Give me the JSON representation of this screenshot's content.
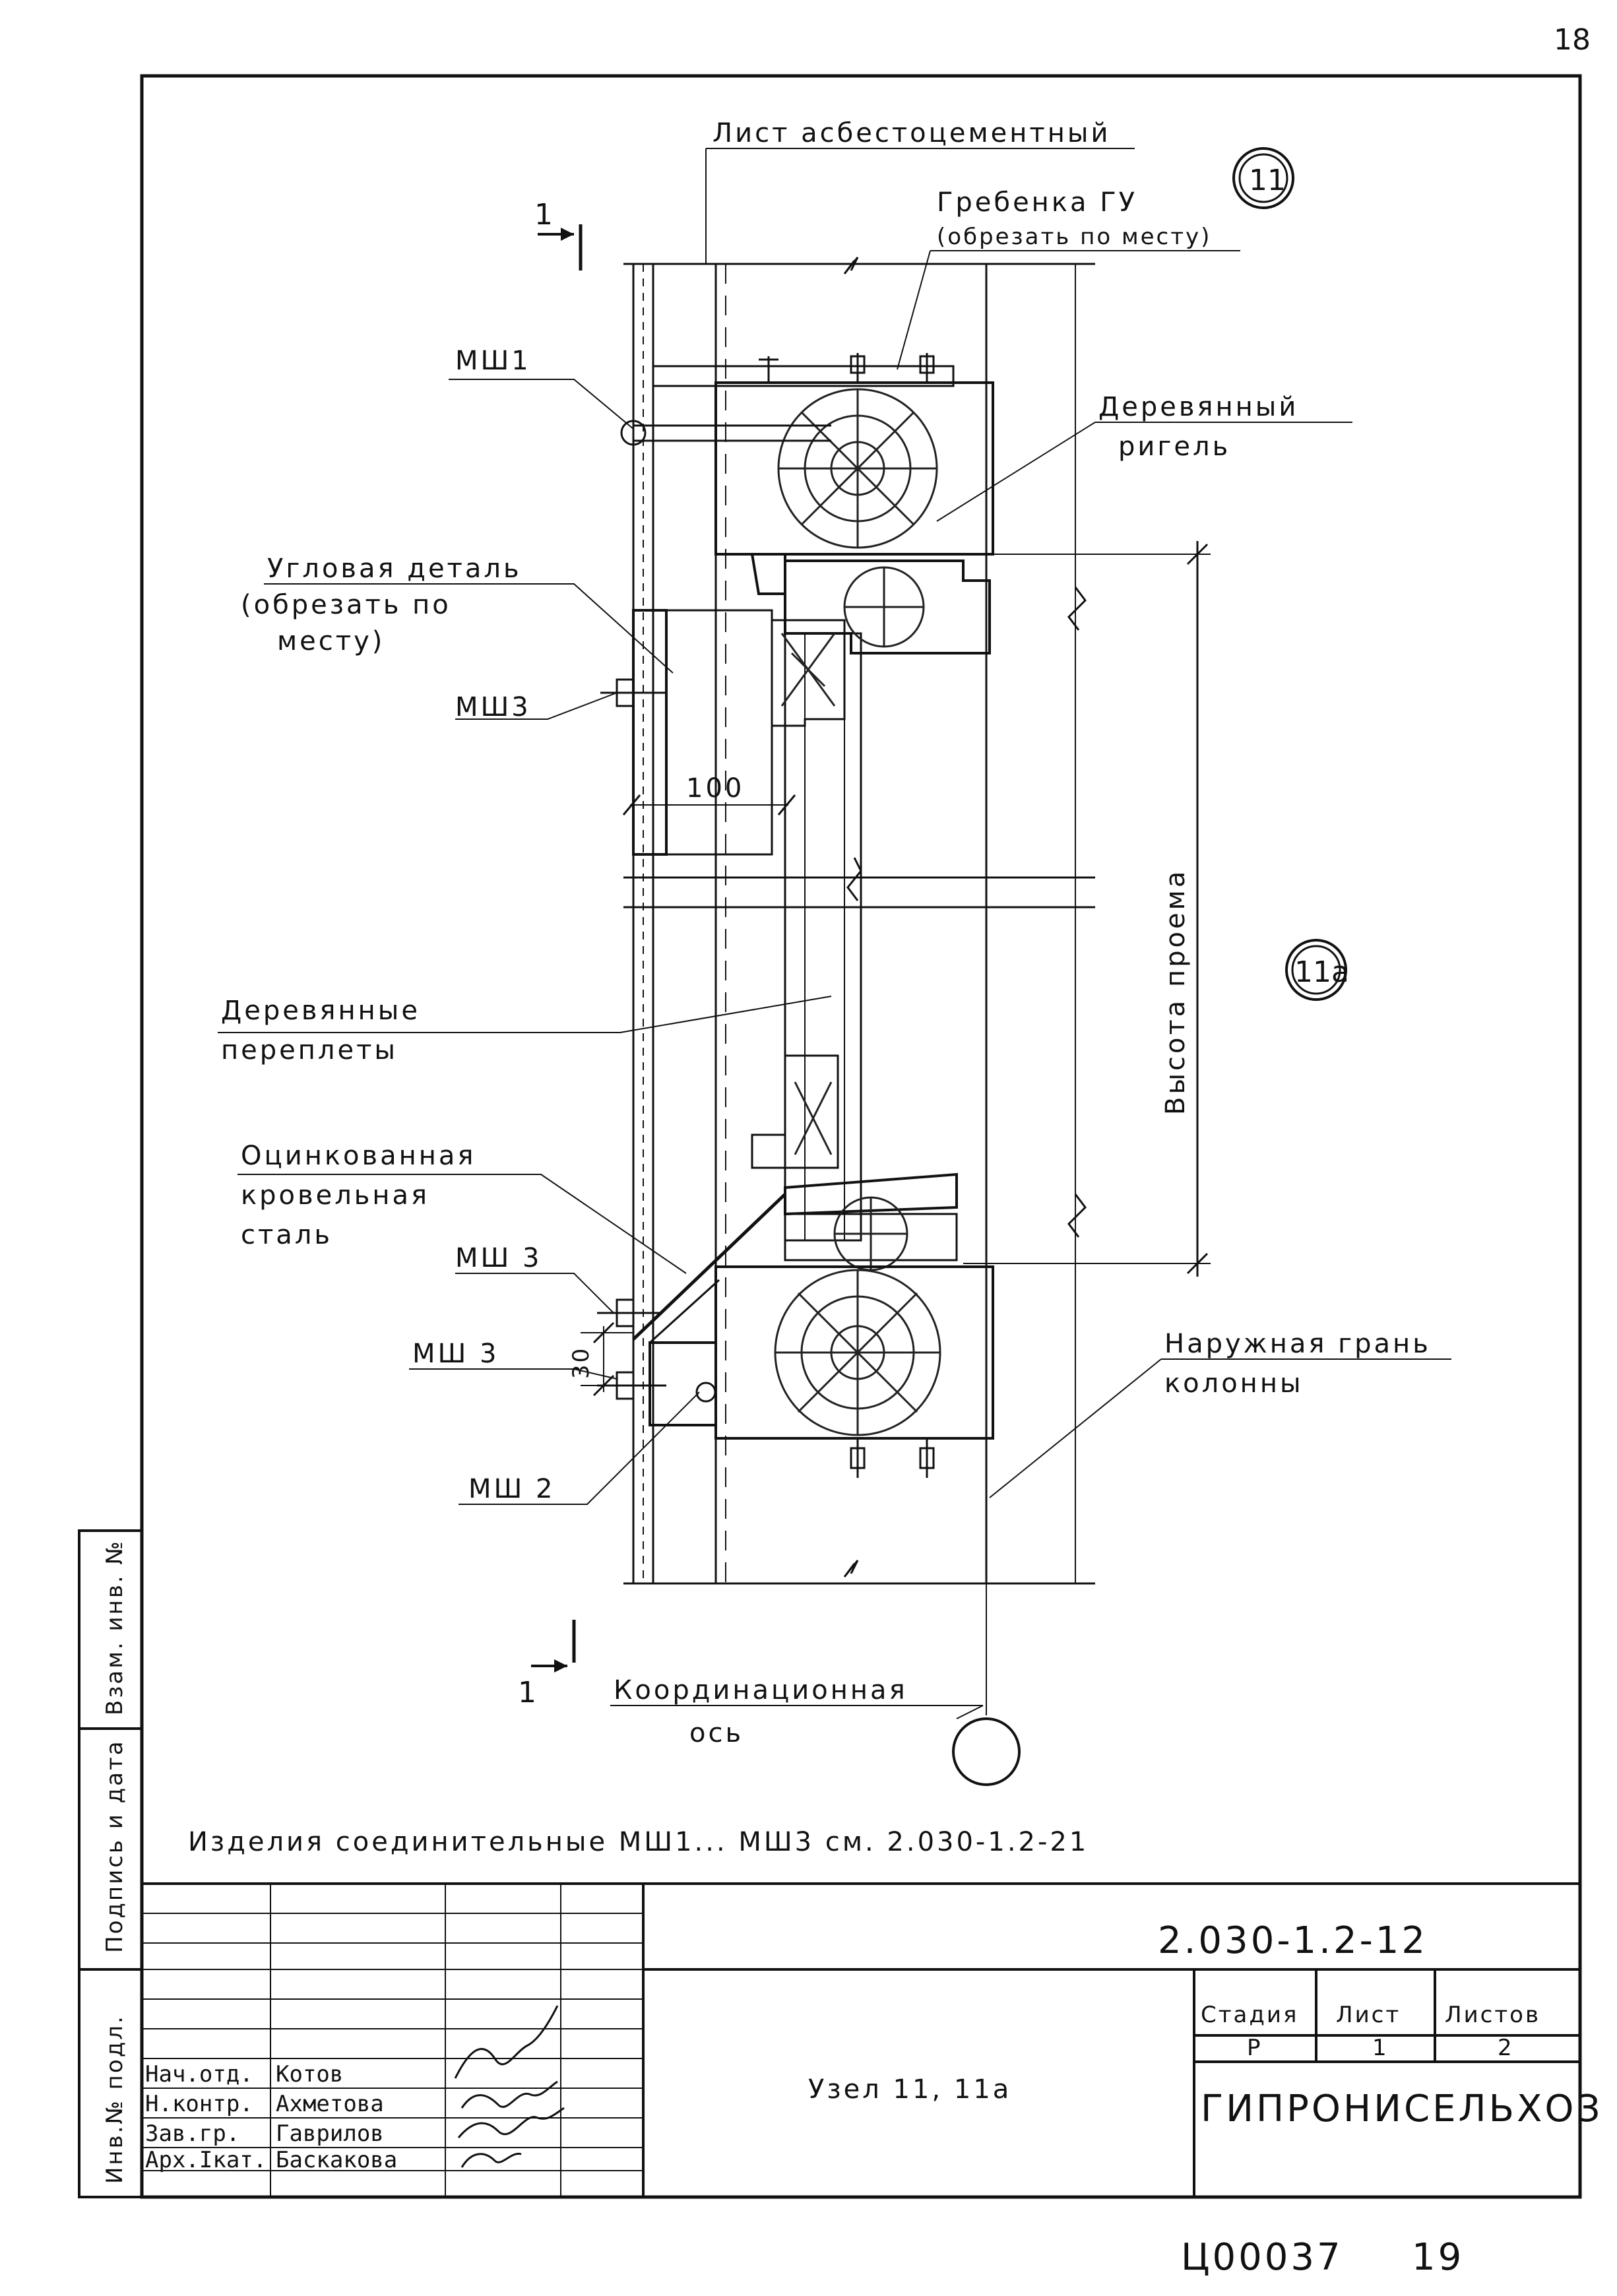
{
  "page_number": "18",
  "labels": {
    "asbestos_sheet": "Лист асбестоцементный",
    "comb": "Гребенка ГУ",
    "comb_note": "(обрезать по месту)",
    "node_11": "11",
    "node_11a": "11а",
    "msh1": "МШ1",
    "wooden_girt_1": "Деревянный",
    "wooden_girt_2": "ригель",
    "corner_detail_1": "Угловая деталь",
    "corner_detail_2": "(обрезать по",
    "corner_detail_3": "месту)",
    "msh3_top": "МШ3",
    "dim_100": "100",
    "opening_height": "Высота проема",
    "wooden_frames_1": "Деревянные",
    "wooden_frames_2": "переплеты",
    "galv_steel_1": "Оцинкованная",
    "galv_steel_2": "кровельная",
    "galv_steel_3": "сталь",
    "msh3_mid": "МШ 3",
    "msh3_low": "МШ 3",
    "dim_30": "30",
    "msh2": "МШ 2",
    "outer_face_1": "Наружная грань",
    "outer_face_2": "колонны",
    "section_mark": "1",
    "coord_axis_1": "Координационная",
    "coord_axis_2": "ось",
    "note": "Изделия соединительные МШ1... МШ3 см. 2.030-1.2-21"
  },
  "side_stamp": {
    "inv_orig": "Инв.№ подл.",
    "sign_date": "Подпись и дата",
    "vzam_inv": "Взам. инв. №"
  },
  "title_block": {
    "doc_code": "2.030-1.2-12",
    "title": "Узел 11, 11а",
    "stage_header": "Стадия",
    "sheet_header": "Лист",
    "sheets_header": "Листов",
    "stage": "Р",
    "sheet": "1",
    "sheets": "2",
    "organization": "ГИПРОНИСЕЛЬХОЗ",
    "staff": [
      {
        "role": "Нач.отд.",
        "name": "Котов"
      },
      {
        "role": "Н.контр.",
        "name": "Ахметова"
      },
      {
        "role": "Зав.гр.",
        "name": "Гаврилов"
      },
      {
        "role": "Арх.Ікат.",
        "name": "Баскакова"
      }
    ]
  },
  "bottom_stamp": {
    "code": "Ц00037",
    "page": "19"
  }
}
